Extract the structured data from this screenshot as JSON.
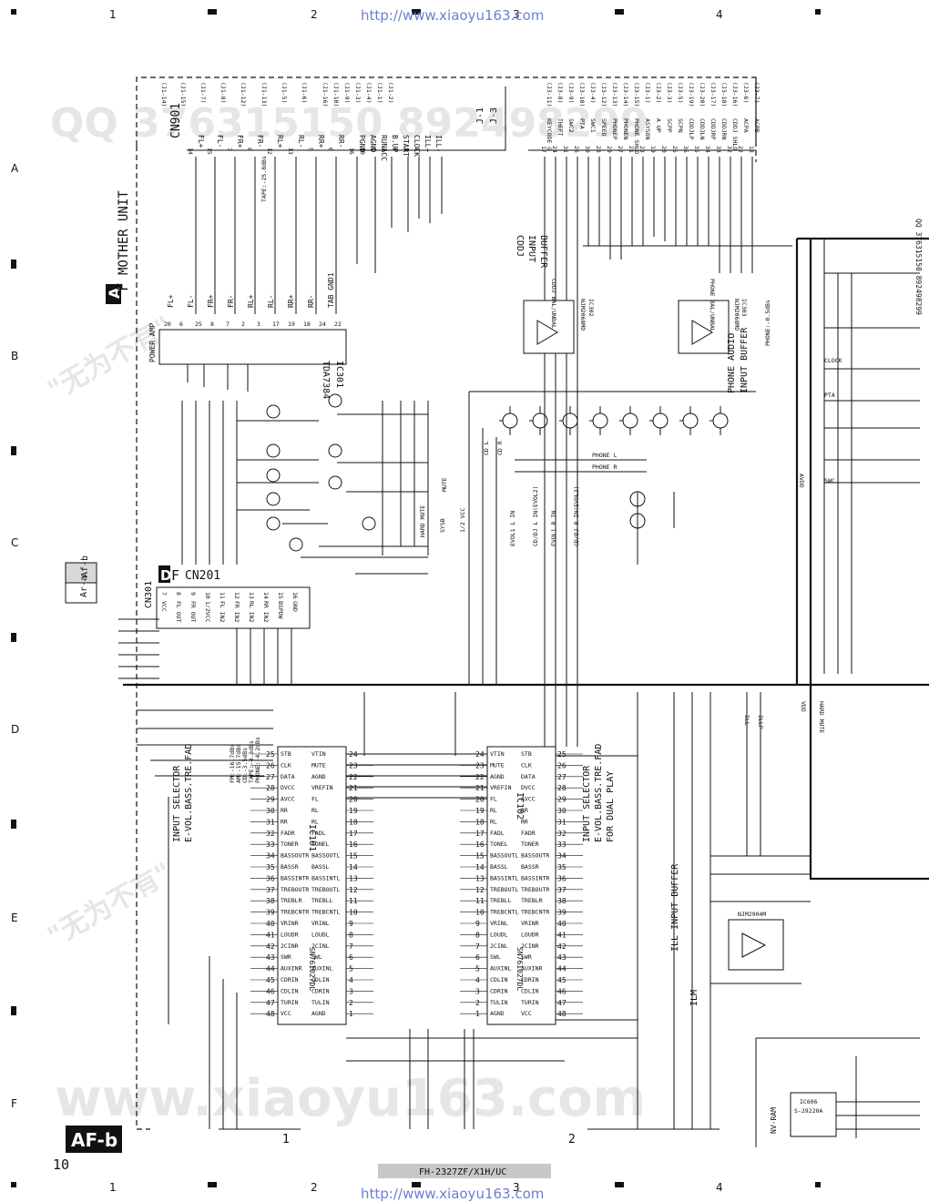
{
  "watermark": {
    "url_top": "http://www.xiaoyu163.com",
    "url_bottom": "http://www.xiaoyu163.com",
    "qq": "QQ 376315150  892498299",
    "cn_left": "\"无为不有\"",
    "big_url": "www.xiaoyu163.com"
  },
  "grid": {
    "columns": [
      "1",
      "2",
      "3",
      "4"
    ],
    "rows": [
      "A",
      "B",
      "C",
      "D",
      "E",
      "F"
    ]
  },
  "header": {
    "mother_unit_letter_a": "A",
    "mother_unit_letter_f": "F",
    "mother_unit": "MOTHER UNIT",
    "cn901": "CN901",
    "j1": "J-1",
    "j3": "J-3"
  },
  "cn901_pins_left": [
    {
      "num": "14",
      "name": "FL+",
      "ref": "(J1-14)"
    },
    {
      "num": "15",
      "name": "FL-",
      "ref": "(J1-15)"
    },
    {
      "num": "7",
      "name": "FR+",
      "ref": "(J1-7)"
    },
    {
      "num": "8",
      "name": "FR-",
      "ref": "(J1-8)"
    },
    {
      "num": "12",
      "name": "RL+",
      "ref": "(J1-12)"
    },
    {
      "num": "13",
      "name": "RL-",
      "ref": "(J1-13)"
    },
    {
      "num": "5",
      "name": "RR+",
      "ref": "(J1-5)"
    },
    {
      "num": "6",
      "name": "RR-",
      "ref": "(J1-6)"
    },
    {
      "num": "16",
      "name": "PGND",
      "ref": "(J1-16)"
    },
    {
      "num": "10",
      "name": "AGND",
      "ref": "(J1-10)"
    },
    {
      "num": "9",
      "name": "RUNACC",
      "ref": "(J1-9)"
    },
    {
      "num": "3",
      "name": "B.UP",
      "ref": "(J1-3)"
    },
    {
      "num": "4",
      "name": "START",
      "ref": "(J1-4)"
    },
    {
      "num": "1",
      "name": "CLOCK",
      "ref": "(J1-1)"
    },
    {
      "num": "2",
      "name": "ILL+",
      "ref": "(J1-2)"
    },
    {
      "num": "",
      "name": "ILL-",
      "ref": ""
    }
  ],
  "cn901_pins_right": [
    {
      "num": "17",
      "name": "KEYCODE G",
      "ref": "(J3-11)"
    },
    {
      "num": "24",
      "name": "THEFT",
      "ref": "(J3-8)"
    },
    {
      "num": "31",
      "name": "SWC2",
      "ref": "(J3-9)"
    },
    {
      "num": "26",
      "name": "PTA",
      "ref": "(J3-10)"
    },
    {
      "num": "30",
      "name": "SWC1",
      "ref": "(J3-4)"
    },
    {
      "num": "28",
      "name": "SPEED",
      "ref": "(J3-12)"
    },
    {
      "num": "29",
      "name": "PHONEP",
      "ref": "(J3-13)"
    },
    {
      "num": "27",
      "name": "PHONEN",
      "ref": "(J3-14)"
    },
    {
      "num": "21",
      "name": "PHONE SHLD",
      "ref": "(J3-15)"
    },
    {
      "num": "23",
      "name": "ASYSON",
      "ref": "(J3-1)"
    },
    {
      "num": "19",
      "name": "A UP",
      "ref": "(J3-2)"
    },
    {
      "num": "20",
      "name": "SCPP",
      "ref": "(J3-3)"
    },
    {
      "num": "25",
      "name": "SCPN",
      "ref": "(J3-5)"
    },
    {
      "num": "36",
      "name": "CDDJLP",
      "ref": "(J3-19)"
    },
    {
      "num": "35",
      "name": "CDDJLN",
      "ref": "(J3-20)"
    },
    {
      "num": "34",
      "name": "CDDJRP",
      "ref": "(J3-17)"
    },
    {
      "num": "33",
      "name": "CDDJRN",
      "ref": "(J3-18)"
    },
    {
      "num": "32",
      "name": "CDDJ SHLD",
      "ref": "(J3-16)"
    },
    {
      "num": "22",
      "name": "ACPA",
      "ref": "(J3-6)"
    },
    {
      "num": "18",
      "name": "ACPB",
      "ref": "(J3-7)"
    }
  ],
  "ic301": {
    "ref": "IC301",
    "part": "TDA7384",
    "label": "POWER AMP",
    "outputs": [
      "FL+",
      "FL-",
      "FR+",
      "FR-",
      "RL+",
      "RL-",
      "RR+",
      "RR-",
      "TAB GND1"
    ],
    "pins": [
      "20",
      "6",
      "25",
      "8",
      "7",
      "2",
      "3",
      "17",
      "19",
      "18",
      "24",
      "22"
    ]
  },
  "tape_note": "TAPE:-25.8dBs",
  "ic101": {
    "ref": "IC101",
    "part": "SN761027DL",
    "label1": "INPUT SELECTOR",
    "label2": "E-VOL.BASS.TRE.FAD",
    "pins_left": [
      {
        "n": "25",
        "name": "STB"
      },
      {
        "n": "26",
        "name": "CLK"
      },
      {
        "n": "27",
        "name": "DATA"
      },
      {
        "n": "28",
        "name": "DVCC"
      },
      {
        "n": "29",
        "name": "AVCC"
      },
      {
        "n": "30",
        "name": "RR"
      },
      {
        "n": "31",
        "name": "RR"
      },
      {
        "n": "32",
        "name": "FADR"
      },
      {
        "n": "33",
        "name": "TONER"
      },
      {
        "n": "34",
        "name": "BASSOUTR"
      },
      {
        "n": "35",
        "name": "BASSR"
      },
      {
        "n": "36",
        "name": "BASSINTR"
      },
      {
        "n": "37",
        "name": "TREBOUTR"
      },
      {
        "n": "38",
        "name": "TREBLR"
      },
      {
        "n": "39",
        "name": "TREBCNTR"
      },
      {
        "n": "40",
        "name": "VRINR"
      },
      {
        "n": "41",
        "name": "LOUDR"
      },
      {
        "n": "42",
        "name": "2CINR"
      },
      {
        "n": "43",
        "name": "SWR"
      },
      {
        "n": "44",
        "name": "AUXINR"
      },
      {
        "n": "45",
        "name": "CDRIN"
      },
      {
        "n": "46",
        "name": "CDLIN"
      },
      {
        "n": "47",
        "name": "TURIN"
      },
      {
        "n": "48",
        "name": "VCC"
      }
    ],
    "pins_right": [
      {
        "n": "24",
        "name": "VTIN"
      },
      {
        "n": "23",
        "name": "MUTE"
      },
      {
        "n": "22",
        "name": "AGND"
      },
      {
        "n": "21",
        "name": "VREFIN"
      },
      {
        "n": "20",
        "name": "FL"
      },
      {
        "n": "19",
        "name": "RL"
      },
      {
        "n": "18",
        "name": "RL"
      },
      {
        "n": "17",
        "name": "FADL"
      },
      {
        "n": "16",
        "name": "TONEL"
      },
      {
        "n": "15",
        "name": "BASSOUTL"
      },
      {
        "n": "14",
        "name": "BASSL"
      },
      {
        "n": "13",
        "name": "BASSINTL"
      },
      {
        "n": "12",
        "name": "TREBOUTL"
      },
      {
        "n": "11",
        "name": "TREBLL"
      },
      {
        "n": "10",
        "name": "TREBCNTL"
      },
      {
        "n": "9",
        "name": "VRINL"
      },
      {
        "n": "8",
        "name": "LOUDL"
      },
      {
        "n": "7",
        "name": "2CINL"
      },
      {
        "n": "6",
        "name": "SWL"
      },
      {
        "n": "5",
        "name": "AUXINL"
      },
      {
        "n": "4",
        "name": "CDLIN"
      },
      {
        "n": "3",
        "name": "CDRIN"
      },
      {
        "n": "2",
        "name": "TULIN"
      },
      {
        "n": "1",
        "name": "AGND"
      }
    ]
  },
  "ic102": {
    "ref": "IC102",
    "part": "SN761027DL",
    "label1": "INPUT SELECTOR",
    "label2": "E-VOL.BASS.TRE.FAD",
    "label3": "FOR DUAL PLAY"
  },
  "levels": [
    "FM:-16.7dBs",
    "AM:-15.7dBs",
    "CD:-3.5dBs",
    "TAPE:-4.3dBs",
    "PHONE:-4.2dBs"
  ],
  "ic302": {
    "ref": "IC302",
    "part": "NJM2068MD",
    "label1": "CDDJ",
    "label2": "INPUT",
    "label3": "BUFFER",
    "note": "CDDJ BAL/UNBAL"
  },
  "ic303": {
    "ref": "IC303",
    "part": "NJM2068MD",
    "label1": "PHONE AUDIO",
    "label2": "INPUT BUFFER",
    "note": "PHONE BAL/UNBAL",
    "level": "PHONE:-0.5dBs"
  },
  "ill_buffer": {
    "label": "ILL INPUT BUFFER",
    "part": "NJM2904M",
    "ilm": "ILM"
  },
  "nv_ram": {
    "label": "NV-RAM",
    "ref": "IC606",
    "part": "S-29220A"
  },
  "cn301": {
    "ref": "CN301",
    "cn201_letter_d": "D",
    "cn201_letter_f": "F",
    "cn201": "CN201",
    "pins": [
      {
        "n": "7",
        "name": "VCC"
      },
      {
        "n": "8",
        "name": "FL OUT"
      },
      {
        "n": "9",
        "name": "FR OUT"
      },
      {
        "n": "10",
        "name": "1/2VCC"
      },
      {
        "n": "11",
        "name": "FL IN2"
      },
      {
        "n": "12",
        "name": "FR IN2"
      },
      {
        "n": "13",
        "name": "RL IN2"
      },
      {
        "n": "14",
        "name": "RR IN2"
      },
      {
        "n": "15",
        "name": "BSPDW"
      },
      {
        "n": "16",
        "name": "GND"
      }
    ]
  },
  "signals": {
    "hard_mute": "HARD MUTE",
    "mute": "MUTE",
    "sysb": "SYSB",
    "half_vcc": "1/2 VCC",
    "ill": "ILL",
    "illp": "ILLP",
    "vdd": "VDD",
    "avdd": "AVDD",
    "phone_l": "PHONE L",
    "phone_r": "PHONE R",
    "cd_l": "CD L",
    "cd_r": "CD R",
    "cddj_lin": "CD/DJ L IN(EVOL2)",
    "cddj_rin": "CD/DJ R IN(EVOL2)",
    "evol1_lin": "EVOL1 L IN",
    "evol1_rin": "EVOL1 R IN",
    "clock": "CLOCK",
    "swc": "SWC",
    "pta": "PTA"
  },
  "side_tabs": {
    "top": "Af-b",
    "bottom": "Ar-a"
  },
  "footer": {
    "badge": "AF-b",
    "page": "10",
    "model": "FH-2327ZF/X1H/UC",
    "mark1": "1",
    "mark2": "2"
  }
}
